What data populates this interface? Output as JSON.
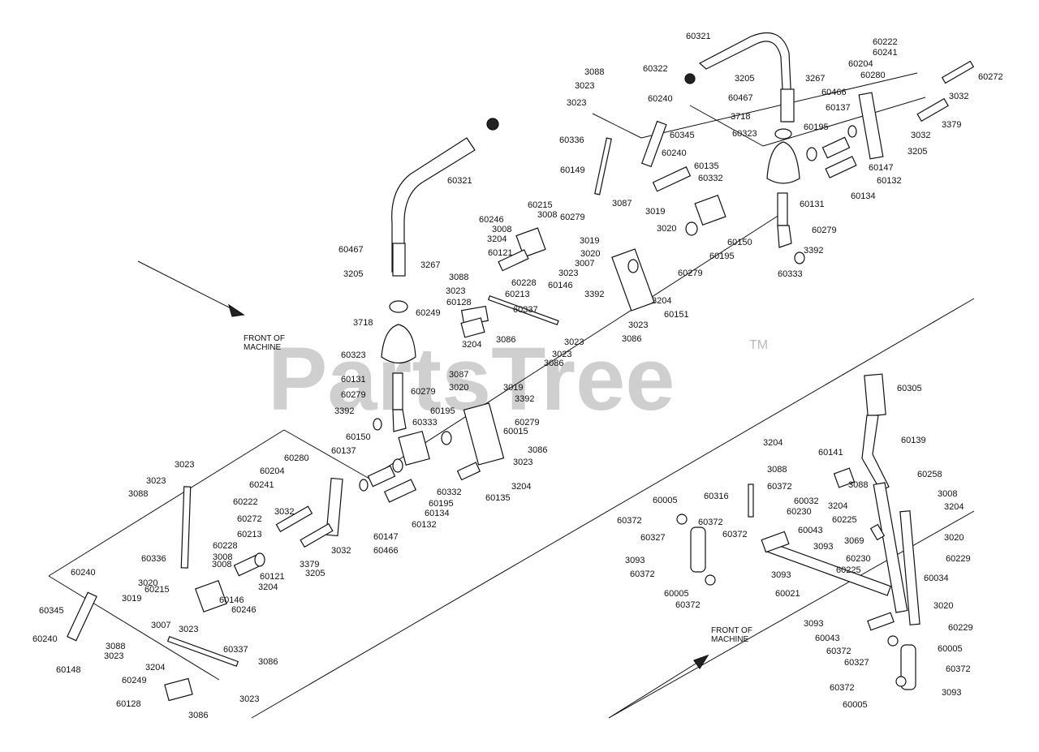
{
  "watermark": {
    "text": "PartsTree",
    "tm": "TM"
  },
  "front_labels": [
    {
      "id": "front-left",
      "line1": "FRONT OF",
      "line2": "MACHINE"
    },
    {
      "id": "front-right",
      "line1": "FRONT OF",
      "line2": "MACHINE"
    }
  ],
  "labels": [
    {
      "t": "60321"
    },
    {
      "t": "60322"
    },
    {
      "t": "3205"
    },
    {
      "t": "3267"
    },
    {
      "t": "60467"
    },
    {
      "t": "3718"
    },
    {
      "t": "60323"
    },
    {
      "t": "60195"
    },
    {
      "t": "60131"
    },
    {
      "t": "60279"
    },
    {
      "t": "3392"
    },
    {
      "t": "60333"
    },
    {
      "t": "60222"
    },
    {
      "t": "60241"
    },
    {
      "t": "60204"
    },
    {
      "t": "60280"
    },
    {
      "t": "60466"
    },
    {
      "t": "60137"
    },
    {
      "t": "60272"
    },
    {
      "t": "3032"
    },
    {
      "t": "3379"
    },
    {
      "t": "3032"
    },
    {
      "t": "3205"
    },
    {
      "t": "60147"
    },
    {
      "t": "60132"
    },
    {
      "t": "60134"
    },
    {
      "t": "3088"
    },
    {
      "t": "3023"
    },
    {
      "t": "3023"
    },
    {
      "t": "60240"
    },
    {
      "t": "60345"
    },
    {
      "t": "60336"
    },
    {
      "t": "60240"
    },
    {
      "t": "60135"
    },
    {
      "t": "60149"
    },
    {
      "t": "60332"
    },
    {
      "t": "60215"
    },
    {
      "t": "3008"
    },
    {
      "t": "60246"
    },
    {
      "t": "3008"
    },
    {
      "t": "3204"
    },
    {
      "t": "60121"
    },
    {
      "t": "3019"
    },
    {
      "t": "3020"
    },
    {
      "t": "3007"
    },
    {
      "t": "3023"
    },
    {
      "t": "60146"
    },
    {
      "t": "60228"
    },
    {
      "t": "60213"
    },
    {
      "t": "3088"
    },
    {
      "t": "3023"
    },
    {
      "t": "60128"
    },
    {
      "t": "60249"
    },
    {
      "t": "60337"
    },
    {
      "t": "3086"
    },
    {
      "t": "3204"
    },
    {
      "t": "3023"
    },
    {
      "t": "3023"
    },
    {
      "t": "3086"
    },
    {
      "t": "3087"
    },
    {
      "t": "3019"
    },
    {
      "t": "3020"
    },
    {
      "t": "60279"
    },
    {
      "t": "60150"
    },
    {
      "t": "60195"
    },
    {
      "t": "60279"
    },
    {
      "t": "3392"
    },
    {
      "t": "3204"
    },
    {
      "t": "60151"
    },
    {
      "t": "3023"
    },
    {
      "t": "3086"
    },
    {
      "t": "60321"
    },
    {
      "t": "60467"
    },
    {
      "t": "3205"
    },
    {
      "t": "3267"
    },
    {
      "t": "3718"
    },
    {
      "t": "60323"
    },
    {
      "t": "60131"
    },
    {
      "t": "60279"
    },
    {
      "t": "3392"
    },
    {
      "t": "60333"
    },
    {
      "t": "60150"
    },
    {
      "t": "60137"
    },
    {
      "t": "3023"
    },
    {
      "t": "60280"
    },
    {
      "t": "60204"
    },
    {
      "t": "3023"
    },
    {
      "t": "3088"
    },
    {
      "t": "60241"
    },
    {
      "t": "60222"
    },
    {
      "t": "3032"
    },
    {
      "t": "60272"
    },
    {
      "t": "3032"
    },
    {
      "t": "3379"
    },
    {
      "t": "3205"
    },
    {
      "t": "60466"
    },
    {
      "t": "60147"
    },
    {
      "t": "60132"
    },
    {
      "t": "60134"
    },
    {
      "t": "60195"
    },
    {
      "t": "60332"
    },
    {
      "t": "60135"
    },
    {
      "t": "3204"
    },
    {
      "t": "3023"
    },
    {
      "t": "3086"
    },
    {
      "t": "60015"
    },
    {
      "t": "60279"
    },
    {
      "t": "60195"
    },
    {
      "t": "60279"
    },
    {
      "t": "3087"
    },
    {
      "t": "3020"
    },
    {
      "t": "3019"
    },
    {
      "t": "3392"
    },
    {
      "t": "60213"
    },
    {
      "t": "60228"
    },
    {
      "t": "3008"
    },
    {
      "t": "60121"
    },
    {
      "t": "3204"
    },
    {
      "t": "3008"
    },
    {
      "t": "60246"
    },
    {
      "t": "60146"
    },
    {
      "t": "3023"
    },
    {
      "t": "3007"
    },
    {
      "t": "3019"
    },
    {
      "t": "60215"
    },
    {
      "t": "3020"
    },
    {
      "t": "60336"
    },
    {
      "t": "60240"
    },
    {
      "t": "60345"
    },
    {
      "t": "60240"
    },
    {
      "t": "60148"
    },
    {
      "t": "3088"
    },
    {
      "t": "3023"
    },
    {
      "t": "3204"
    },
    {
      "t": "60249"
    },
    {
      "t": "60128"
    },
    {
      "t": "60337"
    },
    {
      "t": "3086"
    },
    {
      "t": "3023"
    },
    {
      "t": "3086"
    },
    {
      "t": "60305"
    },
    {
      "t": "60139"
    },
    {
      "t": "60258"
    },
    {
      "t": "3204"
    },
    {
      "t": "60141"
    },
    {
      "t": "3088"
    },
    {
      "t": "60372"
    },
    {
      "t": "60316"
    },
    {
      "t": "60032"
    },
    {
      "t": "3204"
    },
    {
      "t": "3088"
    },
    {
      "t": "3008"
    },
    {
      "t": "3204"
    },
    {
      "t": "60230"
    },
    {
      "t": "60225"
    },
    {
      "t": "60005"
    },
    {
      "t": "60372"
    },
    {
      "t": "60372"
    },
    {
      "t": "60043"
    },
    {
      "t": "3093"
    },
    {
      "t": "3069"
    },
    {
      "t": "3020"
    },
    {
      "t": "60327"
    },
    {
      "t": "60372"
    },
    {
      "t": "60229"
    },
    {
      "t": "3093"
    },
    {
      "t": "60372"
    },
    {
      "t": "3093"
    },
    {
      "t": "60021"
    },
    {
      "t": "60230"
    },
    {
      "t": "60225"
    },
    {
      "t": "60034"
    },
    {
      "t": "60005"
    },
    {
      "t": "60372"
    },
    {
      "t": "3020"
    },
    {
      "t": "3093"
    },
    {
      "t": "60229"
    },
    {
      "t": "60043"
    },
    {
      "t": "60372"
    },
    {
      "t": "60005"
    },
    {
      "t": "60327"
    },
    {
      "t": "60372"
    },
    {
      "t": "60372"
    },
    {
      "t": "3093"
    },
    {
      "t": "60005"
    }
  ]
}
